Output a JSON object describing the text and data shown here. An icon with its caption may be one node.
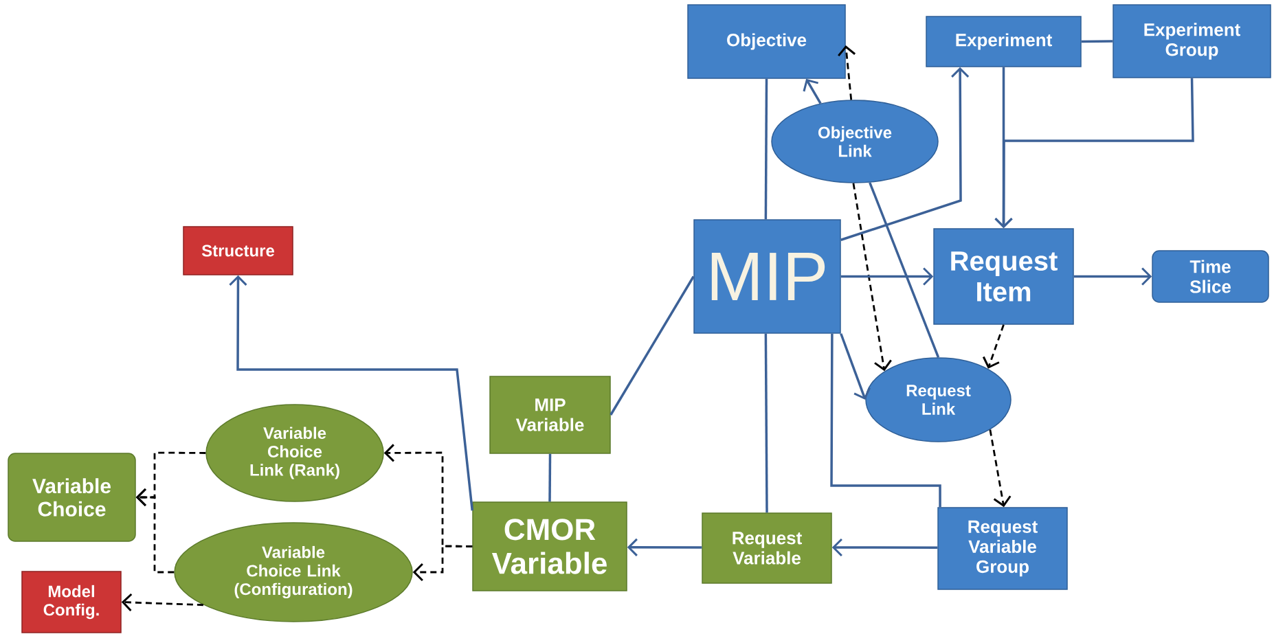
{
  "diagram": {
    "nodes": [
      {
        "text": [
          "Objective"
        ]
      },
      {
        "text": [
          "Experiment"
        ]
      },
      {
        "text": [
          "Experiment Group"
        ]
      },
      {
        "text": [
          "Objective Link"
        ]
      },
      {
        "text": [
          "MIP"
        ]
      },
      {
        "text": [
          "Request Item"
        ]
      },
      {
        "text": [
          "Time Slice"
        ]
      },
      {
        "text": [
          "Structure"
        ]
      },
      {
        "text": [
          "Request Link"
        ]
      },
      {
        "text": [
          "MIP Variable"
        ]
      },
      {
        "text": [
          "Variable Choice Link (Rank)"
        ]
      },
      {
        "text": [
          "Variable Choice"
        ]
      },
      {
        "text": [
          "CMOR Variable"
        ]
      },
      {
        "text": [
          "Request Variable"
        ]
      },
      {
        "text": [
          "Request Variable Group"
        ]
      },
      {
        "text": [
          "Variable Choice Link (Configuration)"
        ]
      },
      {
        "text": [
          "Model Config."
        ]
      }
    ],
    "edges": [
      {
        "from": 0,
        "to": 4,
        "arrow": "none"
      },
      {
        "from": 3,
        "to": 0,
        "arrow": "to"
      },
      {
        "from": 3,
        "to": 0,
        "arrow": "to",
        "style": "dashed",
        "color": "#000000"
      },
      {
        "from": 3,
        "to": 8,
        "arrow": "to",
        "style": "dashed",
        "color": "#000000"
      },
      {
        "from": 8,
        "to": 3,
        "arrow": "none"
      },
      {
        "from": 4,
        "to": 1,
        "arrow": "to"
      },
      {
        "from": 1,
        "to": 2,
        "arrow": "none"
      },
      {
        "from": 1,
        "to": 5,
        "arrow": "to"
      },
      {
        "from": 2,
        "to": 5,
        "arrow": "to"
      },
      {
        "from": 4,
        "to": 5,
        "arrow": "to"
      },
      {
        "from": 5,
        "to": 6,
        "arrow": "to"
      },
      {
        "from": 5,
        "to": 8,
        "arrow": "to",
        "style": "dashed",
        "color": "#000000"
      },
      {
        "from": 4,
        "to": 8,
        "arrow": "to"
      },
      {
        "from": 4,
        "to": 13,
        "arrow": "none"
      },
      {
        "from": 4,
        "to": 14,
        "arrow": "none"
      },
      {
        "from": 8,
        "to": 14,
        "arrow": "to",
        "style": "dashed",
        "color": "#000000"
      },
      {
        "from": 14,
        "to": 13,
        "arrow": "to"
      },
      {
        "from": 13,
        "to": 12,
        "arrow": "to"
      },
      {
        "from": 4,
        "to": 9,
        "arrow": "none"
      },
      {
        "from": 9,
        "to": 12,
        "arrow": "none"
      },
      {
        "from": 12,
        "to": 7,
        "arrow": "to"
      },
      {
        "from": 12,
        "to": 10,
        "arrow": "to",
        "style": "dashed",
        "color": "#000000"
      },
      {
        "from": 12,
        "to": 15,
        "arrow": "to",
        "style": "dashed",
        "color": "#000000"
      },
      {
        "from": 10,
        "to": 11,
        "arrow": "to",
        "style": "dashed",
        "color": "#000000"
      },
      {
        "from": 15,
        "to": 11,
        "arrow": "to",
        "style": "dashed",
        "color": "#000000"
      },
      {
        "from": 15,
        "to": 16,
        "arrow": "to",
        "style": "dashed",
        "color": "#000000"
      }
    ]
  }
}
